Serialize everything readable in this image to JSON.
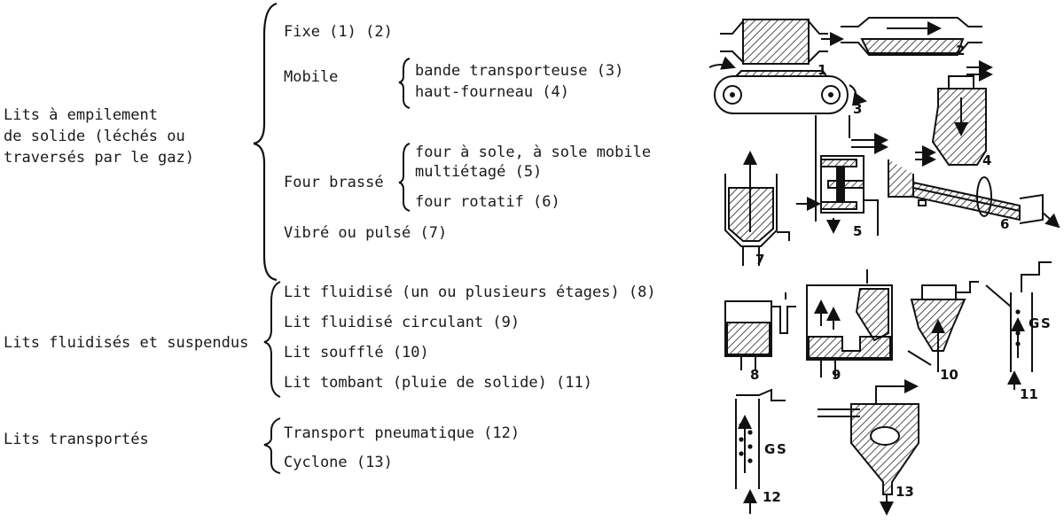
{
  "categories": {
    "packed": "Lits à empilement\nde solide (léchés ou\ntraversés par le gaz)",
    "fluidized": "Lits fluidisés et suspendus",
    "transported": "Lits transportés"
  },
  "items": {
    "fixe": "Fixe (1) (2)",
    "mobile": "Mobile",
    "bande": "bande transporteuse (3)",
    "haut_fourneau": "haut-fourneau (4)",
    "four_brasse": "Four brassé",
    "four_sole": "four à sole, à sole mobile",
    "multietage": "multiétagé (5)",
    "four_rotatif": "four rotatif (6)",
    "vibre": "Vibré ou pulsé (7)",
    "lit_fluidise": "Lit fluidisé (un ou plusieurs étages) (8)",
    "lit_circulant": "Lit fluidisé circulant (9)",
    "lit_souffle": "Lit soufflé (10)",
    "lit_tombant": "Lit tombant (pluie de solide) (11)",
    "transport_pneu": "Transport pneumatique (12)",
    "cyclone": "Cyclone (13)"
  },
  "figure_labels": [
    "1",
    "2",
    "3",
    "4",
    "5",
    "6",
    "7",
    "8",
    "9",
    "10",
    "11",
    "12",
    "13"
  ],
  "gs_labels": {
    "g": "G",
    "s": "S"
  }
}
